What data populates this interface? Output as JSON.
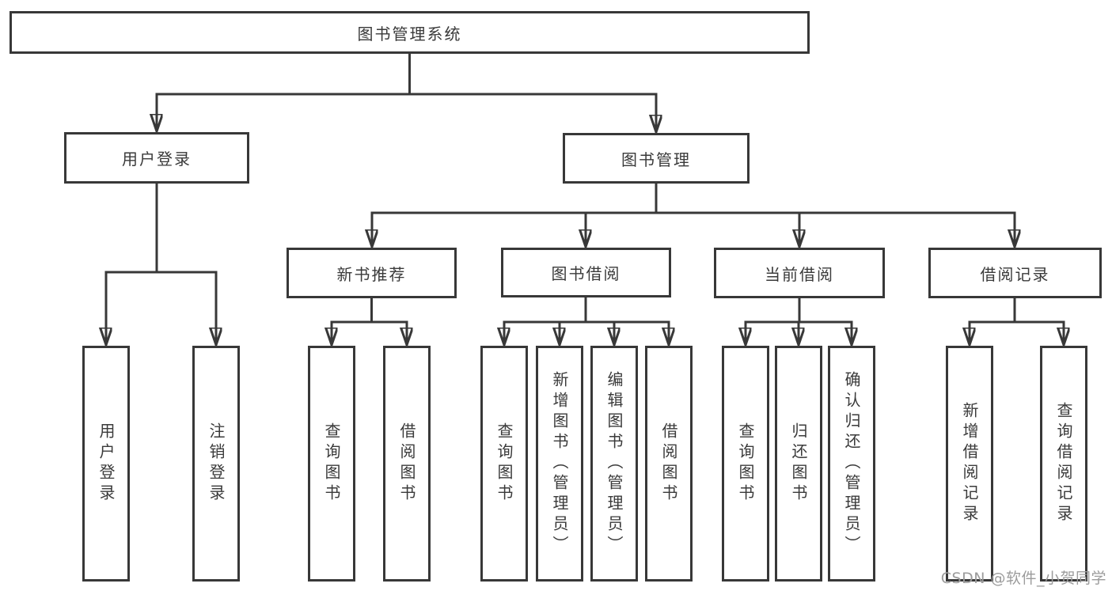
{
  "tree": {
    "root": {
      "label": "图书管理系统"
    },
    "user_login": {
      "label": "用户登录",
      "children": [
        {
          "label": "用户登录"
        },
        {
          "label": "注销登录"
        }
      ]
    },
    "book_management": {
      "label": "图书管理",
      "children": [
        {
          "label": "新书推荐",
          "children": [
            {
              "label": "查询图书"
            },
            {
              "label": "借阅图书"
            }
          ]
        },
        {
          "label": "图书借阅",
          "children": [
            {
              "label": "查询图书"
            },
            {
              "label": "新增图书（管理员）"
            },
            {
              "label": "编辑图书（管理员）"
            },
            {
              "label": "借阅图书"
            }
          ]
        },
        {
          "label": "当前借阅",
          "children": [
            {
              "label": "查询图书"
            },
            {
              "label": "归还图书"
            },
            {
              "label": "确认归还（管理员）"
            }
          ]
        },
        {
          "label": "借阅记录",
          "children": [
            {
              "label": "新增借阅记录"
            },
            {
              "label": "查询借阅记录"
            }
          ]
        }
      ]
    }
  },
  "watermark": {
    "text": "CSDN @软件_小贺同学"
  },
  "colors": {
    "line": "#383838",
    "text": "#3a3a3a",
    "background": "#ffffff",
    "watermark": "#9c9c9c"
  }
}
